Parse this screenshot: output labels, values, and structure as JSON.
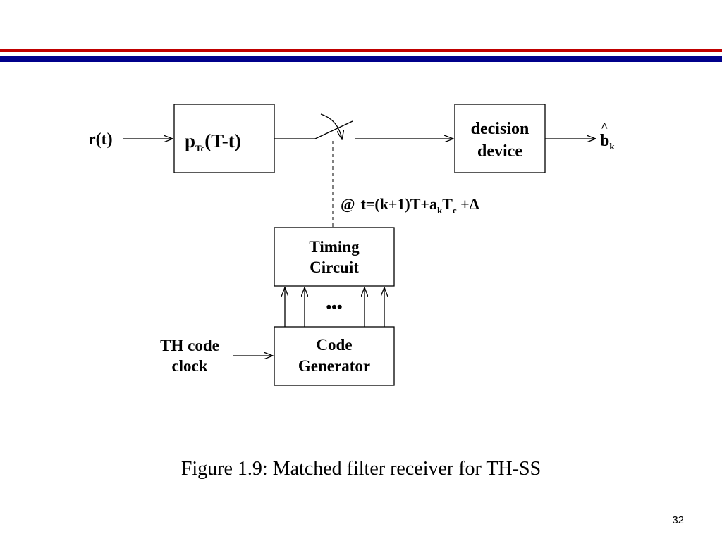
{
  "theme": {
    "rule_red": "#c00000",
    "rule_blue": "#00008b"
  },
  "diagram": {
    "input_label": "r(t)",
    "filter": {
      "p": "p",
      "sub": "Tc",
      "arg": "(T-t)"
    },
    "decision": {
      "line1": "decision",
      "line2": "device"
    },
    "output": {
      "hat": "^",
      "b": "b",
      "sub": "k"
    },
    "sample_time": {
      "prefix": "@",
      "p1": "t=(k+1)T+a",
      "sub1": "k",
      "p2": "T",
      "sub2": "c",
      "p3": " +Δ"
    },
    "timing": {
      "line1": "Timing",
      "line2": "Circuit"
    },
    "dots": "•••",
    "code_gen": {
      "line1": "Code",
      "line2": "Generator"
    },
    "clock": {
      "line1": "TH code",
      "line2": "clock"
    }
  },
  "caption": "Figure 1.9: Matched filter receiver for TH-SS",
  "page_number": "32"
}
